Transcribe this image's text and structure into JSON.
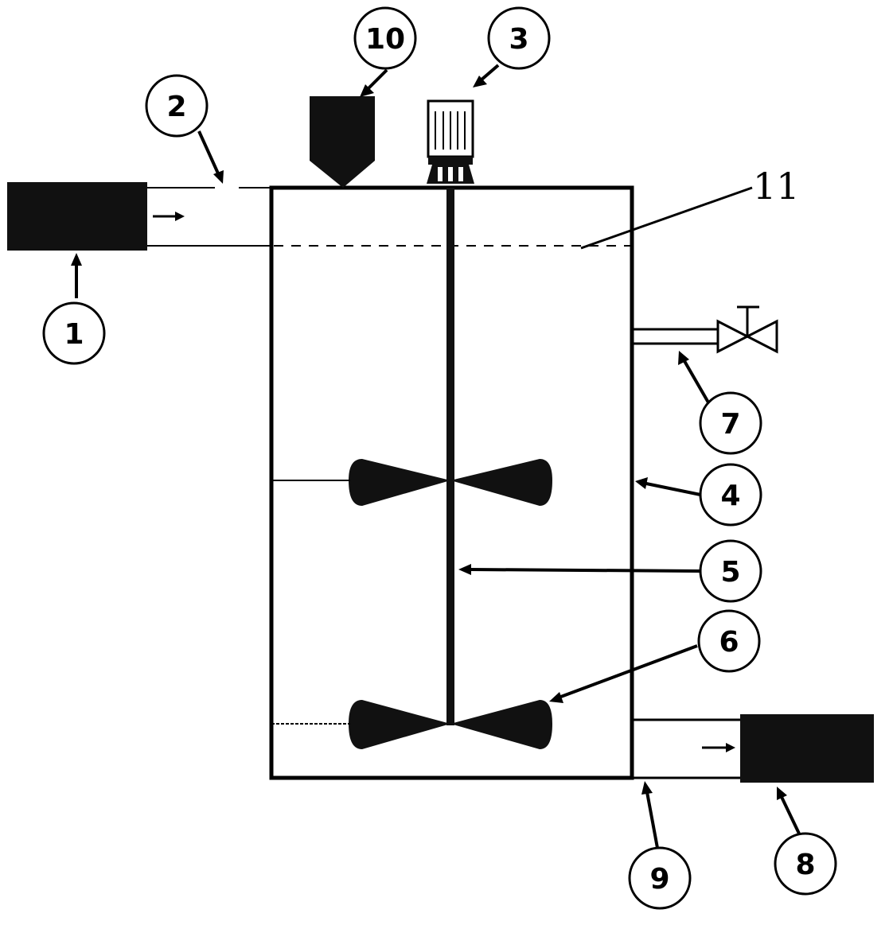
{
  "diagram": {
    "labels": {
      "inlet_unit": "1",
      "inlet_pipe": "2",
      "motor": "3",
      "tank_wall": "4",
      "shaft": "5",
      "impeller": "6",
      "side_outlet": "7",
      "outlet_unit": "8",
      "outlet_pipe": "9",
      "hopper": "10",
      "liquid_level": "11"
    },
    "colors": {
      "line": "#000000",
      "fill": "#111111",
      "background": "#ffffff"
    },
    "icons": [
      "valve-icon",
      "motor-icon",
      "hopper-icon",
      "impeller-icon"
    ]
  }
}
